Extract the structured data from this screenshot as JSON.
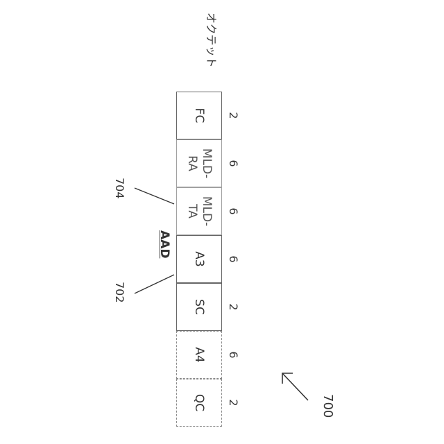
{
  "figure": {
    "number": "700",
    "octet_label": "オクテット",
    "aad_label": "AAD",
    "ref_702": "702",
    "ref_704": "704"
  },
  "fields": [
    {
      "name": "FC",
      "octets": "2",
      "style": "solid"
    },
    {
      "name": "MLD-\nRA",
      "octets": "6",
      "style": "gray"
    },
    {
      "name": "MLD-\nTA",
      "octets": "6",
      "style": "gray"
    },
    {
      "name": "A3",
      "octets": "6",
      "style": "solid"
    },
    {
      "name": "SC",
      "octets": "2",
      "style": "solid"
    },
    {
      "name": "A4",
      "octets": "6",
      "style": "dashed"
    },
    {
      "name": "QC",
      "octets": "2",
      "style": "dashed"
    }
  ]
}
